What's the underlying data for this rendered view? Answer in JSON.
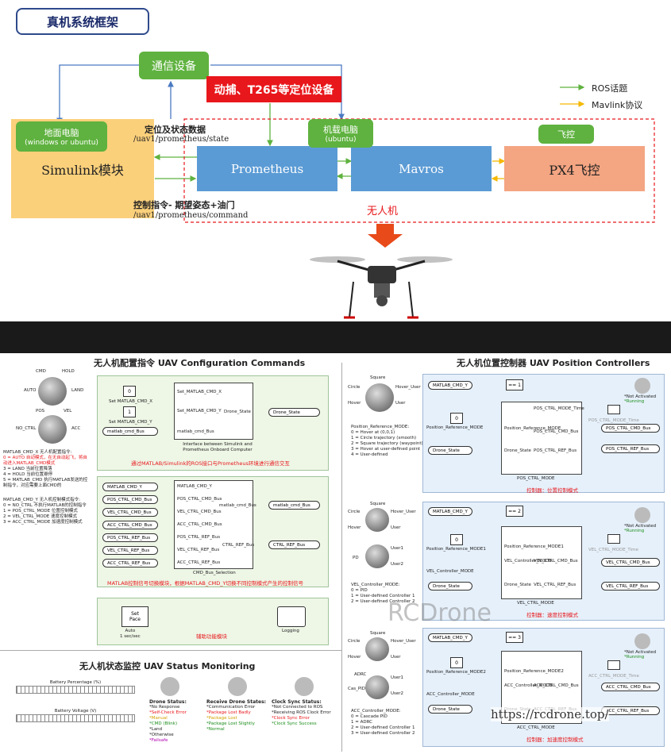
{
  "top": {
    "title": "真机系统框架",
    "comm_device": "通信设备",
    "mocap": "动捕、T265等定位设备",
    "ground_pc": "地面电脑",
    "ground_pc_sub": "(windows or ubuntu)",
    "simulink": "Simulink模块",
    "state_label": "定位及状态数据",
    "state_topic": "/uav1/prometheus/state",
    "cmd_label": "控制指令- 期望姿态+油门",
    "cmd_topic": "/uav1/prometheus/command",
    "onboard_pc": "机载电脑",
    "onboard_pc_sub": "(ubuntu)",
    "prometheus": "Prometheus",
    "mavros": "Mavros",
    "fc_label": "飞控",
    "px4": "PX4飞控",
    "uav": "无人机",
    "legend_ros": "ROS话题",
    "legend_mavlink": "Mavlink协议",
    "colors": {
      "green": "#5fb23f",
      "blue": "#5b9bd5",
      "orange": "#fbd07b",
      "salmon": "#f4a582",
      "red": "#e8171b"
    }
  },
  "bottom": {
    "left_title": "无人机配置指令 UAV Configuration Commands",
    "right_title": "无人机位置控制器 UAV Position Controllers",
    "status_title": "无人机状态监控 UAV Status Monitoring",
    "knob1_labels": [
      "CMD",
      "HOLD",
      "AUTO",
      "LAND"
    ],
    "knob2_labels": [
      "POS",
      "VEL",
      "NO_CTRL",
      "ACC"
    ],
    "cmd_x_desc": [
      "MATLAB_CMD_X 无人机配置指令:",
      "0 = AUTO 自动模式，在无自动起飞，将自",
      "动进入MATLAB_CMD模式",
      "3 = LAND 当前位置降落",
      "4 = HOLD 当前位置悬停",
      "5 = MATLAB_CMD 执行MATLAB发送的控",
      "制指令，对应需要上面CMD的"
    ],
    "cmd_y_desc": [
      "MATLAB_CMD_Y 无人机控制模式指令:",
      "0 = NO_CTRL 不执行MATLAB的控制指令",
      "1 = POS_CTRL_MODE 位置控制模式",
      "2 = VEL_CTRL_MODE 速度控制模式",
      "3 = ACC_CTRL_MODE 加速度控制模式"
    ],
    "p1": {
      "const0": "0",
      "const1": "1",
      "set_x": "Set MATLAB_CMD_X",
      "set_y": "Set MATLAB_CMD_Y",
      "matlab_bus": "matlab_cmd_Bus",
      "port_x": "Set_MATLAB_CMD_X",
      "port_y": "Set_MATLAB_CMD_Y",
      "port_bus": "matlab_cmd_Bus",
      "port_drone_state": "Drone_State",
      "drone_state": "Drone_State",
      "block_caption": "Interface between Simulink and Prometheus Onboard Computer",
      "note": "通过MATLAB/Simulink的ROS接口与Prometheus环境进行通信交互"
    },
    "p2": {
      "inputs": [
        "MATLAB_CMD_Y",
        "POS_CTRL_CMD_Bus",
        "VEL_CTRL_CMD_Bus",
        "ACC_CTRL_CMD_Bus",
        "POS_CTRL_REF_Bus",
        "VEL_CTRL_REF_Bus",
        "ACC_CTRL_REF_Bus"
      ],
      "out1": "matlab_cmd_Bus",
      "out2": "CTRL_REF_Bus",
      "caption": "CMD_Bus_Selection",
      "note": "MATLAB控制信号切换模块，根据MATLAB_CMD_Y切换不同控制模式产生的控制信号"
    },
    "p3": {
      "set_pace": "Set\nPace",
      "auto": "Auto\n1 sec/sec",
      "logging": "Logging",
      "note": "辅助功能模块"
    },
    "status": {
      "drone_status_title": "Drone Status:",
      "drone_status_items": [
        "*No Response",
        "*Self-Check Error",
        "*Manual",
        "*CMD (Blink)",
        "*Land",
        "*Otherwise",
        "*Failsafe"
      ],
      "receive_title": "Receive Drone States:",
      "receive_items": [
        "*Communication Error",
        "*Package Lost Badly",
        "*Package Lost",
        "*Package Lost Slightly",
        "*Normal"
      ],
      "clock_title": "Clock Sync Status:",
      "clock_items": [
        "*Not Connected to ROS",
        "*Receiving ROS Clock Error",
        "*Clock Sync Error",
        "*Clock Sync Success"
      ],
      "battery_pct": "Battery Percentage (%)",
      "battery_volt": "Battery Voltage (V)"
    },
    "controllers": [
      {
        "cmd": "MATLAB_CMD_Y",
        "eq": "== 1",
        "const": "0",
        "ref_mode": "Position_Reference_MODE",
        "drone_state": "Drone_State",
        "mode_desc": [
          "Position_Reference_MODE:",
          "0 = Hover at (0,0,1)",
          "1 = Circle trajectory (smooth)",
          "2 = Square trajectory (waypoint)",
          "3 = Hover at user-defined point",
          "4 = User-defined"
        ],
        "knob_labels": [
          "Square",
          "Circle",
          "Hover_User",
          "Hover",
          "User"
        ],
        "block_caption": "POS_CTRL_MODE",
        "port_time": "POS_CTRL_MODE_Time",
        "out_cmd": "POS_CTRL_CMD_Bus",
        "out_ref": "POS_CTRL_REF_Bus",
        "not_activated": "*Not Activated",
        "running": "*Running",
        "note": "控制器：位置控制模式"
      },
      {
        "cmd": "MATLAB_CMD_Y",
        "eq": "== 2",
        "const": "0",
        "ref_mode": "Position_Reference_MODE1",
        "sub_mode": "VEL_Controller_MODE",
        "drone_state": "Drone_State",
        "mode_desc": [
          "VEL_Controller_MODE:",
          "0 = PID",
          "1 = User-defined Controller 1",
          "2 = User-defined Controller 2"
        ],
        "knob_labels": [
          "Square",
          "Circle",
          "Hover_User",
          "Hover",
          "User",
          "PD",
          "User1",
          "User2"
        ],
        "block_caption": "VEL_CTRL_MODE",
        "port_time": "VEL_CTRL_MODE_Time",
        "out_cmd": "VEL_CTRL_CMD_Bus",
        "out_ref": "VEL_CTRL_REF_Bus",
        "not_activated": "*Not Activated",
        "running": "*Running",
        "note": "控制器：速度控制模式"
      },
      {
        "cmd": "MATLAB_CMD_Y",
        "eq": "== 3",
        "const": "0",
        "ref_mode": "Position_Reference_MODE2",
        "sub_mode": "ACC_Controller_MODE",
        "drone_state": "Drone_State",
        "mode_desc": [
          "ACC_Controller_MODE:",
          "0 = Cascade PID",
          "1 = ADRC",
          "2 = User-defined Controller 1",
          "3 = User-defined Controller 2"
        ],
        "knob_labels": [
          "Square",
          "Circle",
          "Hover_User",
          "Hover",
          "User",
          "ADRC",
          "Cas_PID",
          "User1",
          "User2"
        ],
        "block_caption": "ACC_CTRL_MODE",
        "port_time": "ACC_CTRL_MODE_Time",
        "out_cmd": "ACC_CTRL_CMD_Bus",
        "out_ref": "ACC_CTRL_REF_Bus",
        "not_activated": "*Not Activated",
        "running": "*Running",
        "note": "控制器：加速度控制模式"
      }
    ],
    "watermark": "RCDrone",
    "url": "https://rcdrone.top/"
  }
}
